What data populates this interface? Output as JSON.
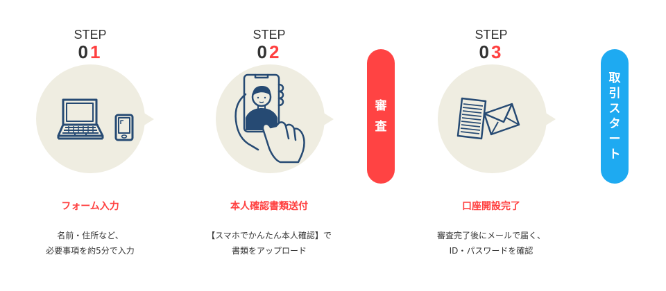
{
  "colors": {
    "accent_red": "#ff4040",
    "bubble": "#efede1",
    "icon_navy": "#264a73",
    "pill_red": "#ff4343",
    "pill_blue": "#1eaaf1",
    "text": "#333333"
  },
  "steps": [
    {
      "label": "STEP",
      "num_prefix": "0",
      "num_digit": "1",
      "icon": "laptop-and-phone-icon",
      "title": "フォーム入力",
      "desc": [
        "名前・住所など、",
        "必要事項を約5分で入力"
      ]
    },
    {
      "label": "STEP",
      "num_prefix": "0",
      "num_digit": "2",
      "icon": "smartphone-selfie-icon",
      "title": "本人確認書類送付",
      "desc": [
        "【スマホでかんたん本人確認】で",
        "書類をアップロード"
      ]
    },
    {
      "label": "STEP",
      "num_prefix": "0",
      "num_digit": "3",
      "icon": "document-and-envelope-icon",
      "title": "口座開設完了",
      "desc": [
        "審査完了後にメールで届く、",
        "ID・パスワードを確認"
      ]
    }
  ],
  "review_pill": {
    "chars": [
      "審",
      "査"
    ]
  },
  "start_pill": {
    "chars": [
      "取",
      "引",
      "ス",
      "タ",
      "ー",
      "ト"
    ]
  }
}
